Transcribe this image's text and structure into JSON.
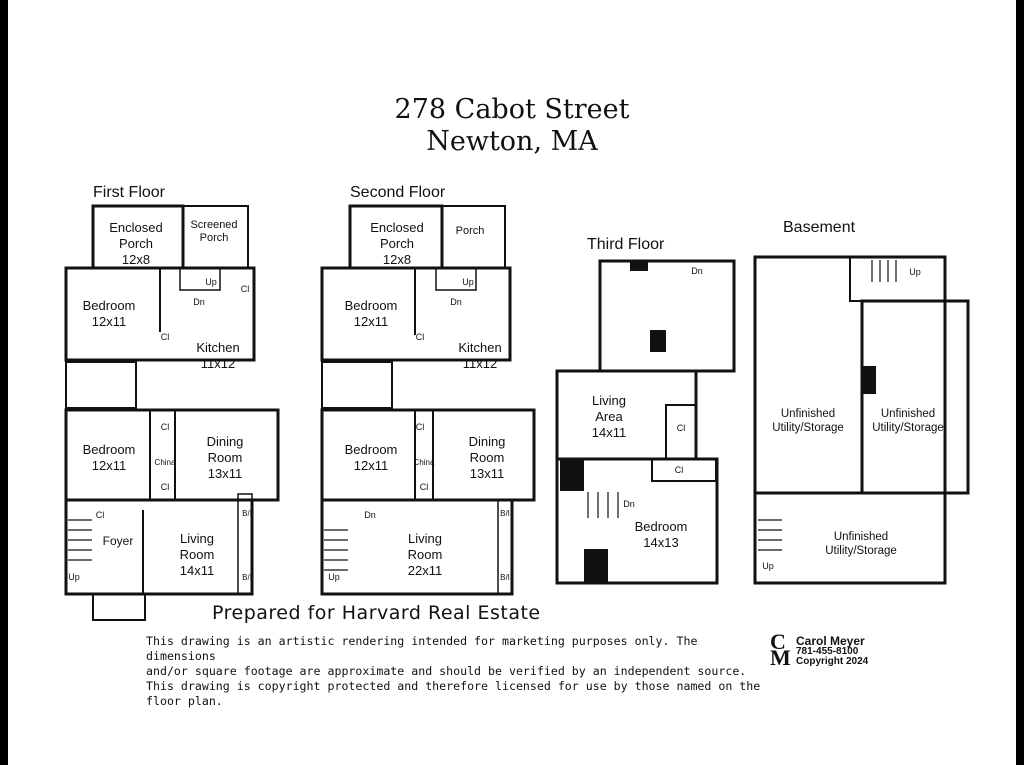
{
  "title": {
    "line1": "278 Cabot Street",
    "line2": "Newton, MA"
  },
  "floors": {
    "first": {
      "label": "First Floor",
      "rooms": {
        "enclosed_porch": {
          "name": "Enclosed",
          "name2": "Porch",
          "dims": "12x8"
        },
        "screened_porch": {
          "name": "Screened",
          "name2": "Porch"
        },
        "bedroom_a": {
          "name": "Bedroom",
          "dims": "12x11"
        },
        "kitchen": {
          "name": "Kitchen",
          "dims": "11x12"
        },
        "bedroom_b": {
          "name": "Bedroom",
          "dims": "12x11"
        },
        "dining": {
          "name": "Dining",
          "name2": "Room",
          "dims": "13x11"
        },
        "foyer": {
          "name": "Foyer"
        },
        "living": {
          "name": "Living",
          "name2": "Room",
          "dims": "14x11"
        }
      }
    },
    "second": {
      "label": "Second Floor",
      "rooms": {
        "enclosed_porch": {
          "name": "Enclosed",
          "name2": "Porch",
          "dims": "12x8"
        },
        "porch": {
          "name": "Porch"
        },
        "bedroom_a": {
          "name": "Bedroom",
          "dims": "12x11"
        },
        "kitchen": {
          "name": "Kitchen",
          "dims": "11x12"
        },
        "bedroom_b": {
          "name": "Bedroom",
          "dims": "12x11"
        },
        "dining": {
          "name": "Dining",
          "name2": "Room",
          "dims": "13x11"
        },
        "living": {
          "name": "Living",
          "name2": "Room",
          "dims": "22x11"
        }
      }
    },
    "third": {
      "label": "Third Floor",
      "rooms": {
        "living_area": {
          "name": "Living",
          "name2": "Area",
          "dims": "14x11"
        },
        "bedroom": {
          "name": "Bedroom",
          "dims": "14x13"
        }
      }
    },
    "basement": {
      "label": "Basement",
      "rooms": {
        "left": {
          "name": "Unfinished",
          "name2": "Utility/Storage"
        },
        "right": {
          "name": "Unfinished",
          "name2": "Utility/Storage"
        },
        "bottom": {
          "name": "Unfinished",
          "name2": "Utility/Storage"
        }
      }
    }
  },
  "marks": {
    "closet": "Cl",
    "china": "China",
    "up": "Up",
    "down": "Dn",
    "bookcase": "B/I"
  },
  "prepared_for": "Prepared for Harvard Real Estate",
  "disclaimer": [
    "This drawing is an artistic rendering intended for marketing purposes only.  The dimensions",
    "and/or square footage are approximate and should be verified by an independent source.",
    "This drawing is copyright protected and therefore licensed for use by those named on the",
    "floor plan."
  ],
  "credit": {
    "logo_top": "C",
    "logo_bottom": "M",
    "name": "Carol Meyer",
    "phone": "781-455-8100",
    "copyright": "Copyright 2024"
  }
}
